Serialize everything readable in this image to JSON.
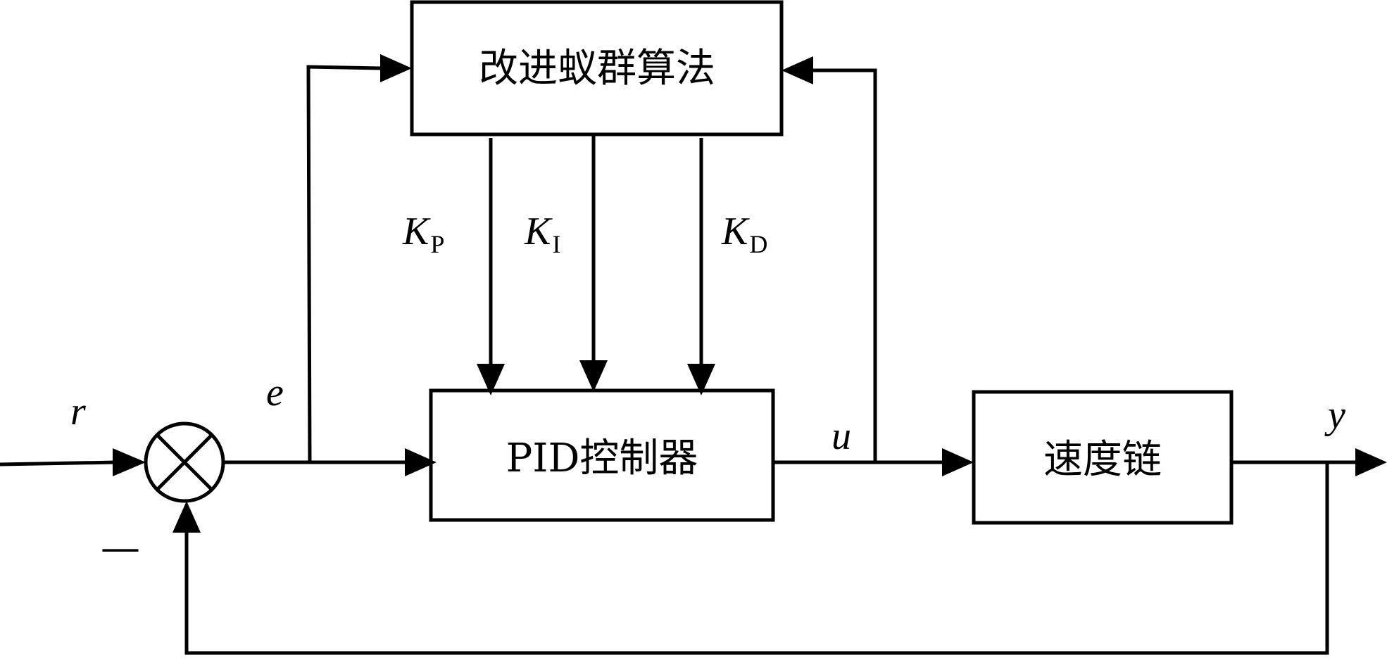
{
  "blocks": {
    "optimizer": "改进蚁群算法",
    "pid_controller": "PID控制器",
    "plant": "速度链"
  },
  "signals": {
    "reference": "r",
    "error": "e",
    "control": "u",
    "output": "y",
    "feedback_sign": "—"
  },
  "gains": {
    "kp": {
      "symbol": "K",
      "subscript": "P"
    },
    "ki": {
      "symbol": "K",
      "subscript": "I"
    },
    "kd": {
      "symbol": "K",
      "subscript": "D"
    }
  },
  "colors": {
    "stroke": "#000000",
    "background": "#ffffff"
  }
}
